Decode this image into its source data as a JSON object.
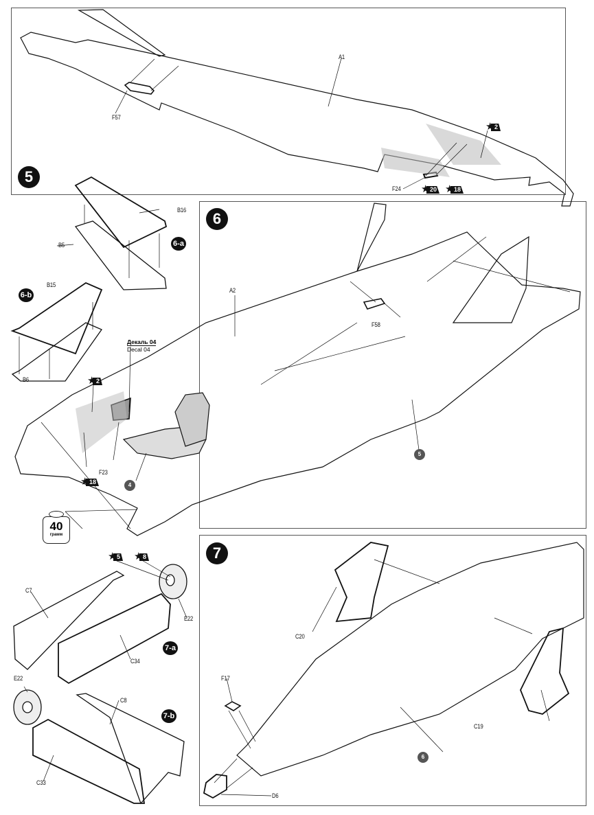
{
  "document": {
    "type": "model kit assembly instructions",
    "steps": [
      {
        "number": "5",
        "parts": [
          {
            "id": "A1",
            "role": "left fuselage half"
          },
          {
            "id": "F57",
            "role": "insert"
          },
          {
            "id": "F24",
            "role": "small part"
          }
        ],
        "paint_callouts": [
          "2",
          "20",
          "18"
        ]
      },
      {
        "number": "6",
        "substeps": [
          {
            "number": "6-a",
            "parts": [
              {
                "id": "B16"
              },
              {
                "id": "B5"
              }
            ]
          },
          {
            "number": "6-b",
            "parts": [
              {
                "id": "B15"
              },
              {
                "id": "B6"
              }
            ]
          }
        ],
        "parts": [
          {
            "id": "A2",
            "role": "right fuselage half"
          },
          {
            "id": "F58",
            "role": "insert"
          },
          {
            "id": "F23",
            "role": "instrument panel"
          }
        ],
        "paint_callouts": [
          "2",
          "18"
        ],
        "decal": {
          "ru": "Декаль 04",
          "en": "Decal 04"
        },
        "step_refs": [
          "4",
          "5"
        ],
        "weight": {
          "value": "40",
          "unit": "грамм"
        }
      },
      {
        "number": "7",
        "substeps": [
          {
            "number": "7-a",
            "parts": [
              {
                "id": "C7"
              },
              {
                "id": "C34"
              },
              {
                "id": "E22"
              }
            ],
            "paint_callouts": [
              "5",
              "8"
            ]
          },
          {
            "number": "7-b",
            "parts": [
              {
                "id": "E22"
              },
              {
                "id": "C8"
              },
              {
                "id": "C33"
              }
            ]
          }
        ],
        "parts": [
          {
            "id": "C20"
          },
          {
            "id": "C19"
          },
          {
            "id": "F17"
          },
          {
            "id": "D6"
          }
        ],
        "step_refs": [
          "6"
        ]
      }
    ]
  },
  "labels": {
    "step5": "5",
    "step6": "6",
    "step7": "7",
    "sub6a": "6-a",
    "sub6b": "6-b",
    "sub7a": "7-a",
    "sub7b": "7-b",
    "A1": "A1",
    "F57": "F57",
    "F24": "F24",
    "A2": "A2",
    "F58": "F58",
    "F23": "F23",
    "B16": "B16",
    "B5": "B5",
    "B15": "B15",
    "B6": "B6",
    "C7": "C7",
    "C34": "C34",
    "E22a": "E22",
    "E22b": "E22",
    "C8": "C8",
    "C33": "C33",
    "C20": "C20",
    "C19": "C19",
    "F17": "F17",
    "D6": "D6",
    "decal_ru": "Декаль 04",
    "decal_en": "Decal 04",
    "ref4": "4",
    "ref5": "5",
    "ref6": "6",
    "weight_value": "40",
    "weight_unit": "грамм",
    "paint_s5_2": "2",
    "paint_s5_20": "20",
    "paint_s5_18": "18",
    "paint_s6_2": "2",
    "paint_s6_18": "18",
    "paint_s7_5": "5",
    "paint_s7_8": "8"
  }
}
